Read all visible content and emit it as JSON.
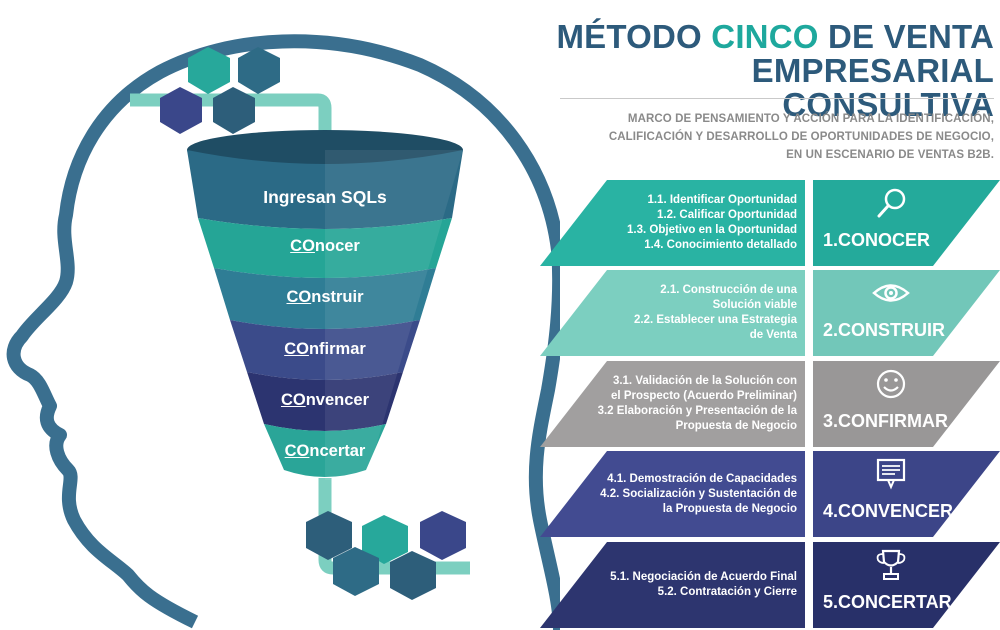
{
  "title": {
    "line1_part1": "MÉTODO ",
    "line1_highlight": "CINCO",
    "line1_part2": " DE VENTA",
    "line2": "EMPRESARIAL CONSULTIVA"
  },
  "subtitle": {
    "line1": "MARCO DE PENSAMIENTO Y ACCIÓN PARA LA IDENTIFICACIÓN,",
    "line2": "CALIFICACIÓN Y DESARROLLO DE OPORTUNIDADES DE NEGOCIO,",
    "line3": "EN UN ESCENARIO DE VENTAS B2B."
  },
  "funnel": {
    "top_label": "Ingresan SQLs",
    "levels": [
      {
        "prefix": "CO",
        "rest": "nocer"
      },
      {
        "prefix": "CO",
        "rest": "nstruir"
      },
      {
        "prefix": "CO",
        "rest": "nfirmar"
      },
      {
        "prefix": "CO",
        "rest": "nvencer"
      },
      {
        "prefix": "CO",
        "rest": "ncertar"
      }
    ]
  },
  "stages": [
    {
      "label": "1.CONOCER",
      "icon": "magnifier-icon",
      "lines": [
        "1.1. Identificar Oportunidad",
        "1.2. Calificar Oportunidad",
        "1.3. Objetivo en la Oportunidad",
        "1.4. Conocimiento detallado"
      ]
    },
    {
      "label": "2.CONSTRUIR",
      "icon": "eye-icon",
      "lines": [
        "2.1. Construcción de una",
        "Solución viable",
        "2.2. Establecer una Estrategia",
        "de Venta"
      ]
    },
    {
      "label": "3.CONFIRMAR",
      "icon": "smiley-icon",
      "lines": [
        "3.1. Validación de la Solución con",
        "el Prospecto (Acuerdo Preliminar)",
        "3.2 Elaboración y Presentación de la",
        "Propuesta de Negocio"
      ]
    },
    {
      "label": "4.CONVENCER",
      "icon": "presentation-board-icon",
      "lines": [
        "4.1. Demostración de Capacidades",
        "4.2. Socialización y Sustentación de",
        "la Propuesta de Negocio"
      ]
    },
    {
      "label": "5.CONCERTAR",
      "icon": "trophy-icon",
      "lines": [
        "5.1. Negociación de Acuerdo Final",
        "5.2. Contratación y Cierre"
      ]
    }
  ],
  "colors": {
    "title_dark": "#2d5a7b",
    "title_accent": "#1ea89d",
    "head_outline": "#3a6f8f",
    "pipe": "#7ccfc0",
    "stage_desc": [
      "#29b3a3",
      "#7ccfc0",
      "#a19f9f",
      "#424b91",
      "#2d356f"
    ],
    "stage_tag": [
      "#24aa9b",
      "#72c7b9",
      "#999797",
      "#3c4588",
      "#283069"
    ],
    "funnel_bands": [
      "#2b6a86",
      "#25a596",
      "#2f7d95",
      "#3b4b8a",
      "#2c3470",
      "#2aa598"
    ],
    "cubes": [
      "#27a89b",
      "#2e6b86",
      "#3a478a",
      "#2d5e7a"
    ]
  }
}
